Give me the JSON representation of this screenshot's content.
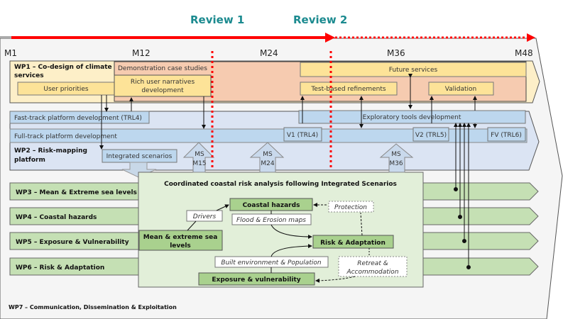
{
  "timeline": {
    "reviews": [
      "Review 1",
      "Review 2"
    ],
    "months": [
      "M1",
      "M12",
      "M24",
      "M36",
      "M48"
    ],
    "colors": {
      "progress": "#ff0000",
      "review_text": "#1b8a8f"
    }
  },
  "wp1": {
    "title_line1": "WP1 – Co-design of climate",
    "title_line2": "services",
    "user_priorities": "User priorities",
    "demo_cases": "Demonstration case studies",
    "rich_narratives_line1": "Rich user narratives",
    "rich_narratives_line2": "development",
    "future_services": "Future services",
    "test_refinements": "Test-based refinements",
    "validation": "Validation",
    "colors": {
      "band": "#fdefc8",
      "demo": "#f6cbb0",
      "task": "#fde398"
    }
  },
  "wp2": {
    "title_line1": "WP2 – Risk-mapping",
    "title_line2": "platform",
    "fast_track": "Fast-track platform development (TRL4)",
    "full_track": "Full-track platform development",
    "exploratory": "Exploratory tools development",
    "integrated": "Integrated scenarios",
    "v1": "V1 (TRL4)",
    "v2": "V2 (TRL5)",
    "fv": "FV (TRL6)",
    "milestones": [
      {
        "line1": "MS",
        "line2": "M15"
      },
      {
        "line1": "MS",
        "line2": "M24"
      },
      {
        "line1": "MS",
        "line2": "M36"
      }
    ],
    "colors": {
      "band": "#dbe4f3",
      "task": "#bdd7ee"
    }
  },
  "wps": [
    {
      "label": "WP3 – Mean & Extreme sea levels"
    },
    {
      "label": "WP4 – Coastal hazards"
    },
    {
      "label": "WP5 – Exposure & Vulnerability"
    },
    {
      "label": "WP6 – Risk & Adaptation"
    }
  ],
  "wp7": "WP7 – Communication, Dissemination & Exploitation",
  "analysis": {
    "title": "Coordinated  coastal  risk  analysis  following  Integrated  Scenarios",
    "coastal_hazards": "Coastal hazards",
    "drivers": "Drivers",
    "flood_maps": "Flood & Erosion maps",
    "protection": "Protection",
    "sea_levels_line1": "Mean & extreme sea",
    "sea_levels_line2": "levels",
    "risk": "Risk & Adaptation",
    "built_env": "Built environment & Population",
    "retreat_line1": "Retreat &",
    "retreat_line2": "Accommodation",
    "exposure": "Exposure & vulnerability",
    "colors": {
      "panel": "#e2efd9",
      "node": "#a9d18e",
      "band": "#c5e0b4"
    }
  }
}
